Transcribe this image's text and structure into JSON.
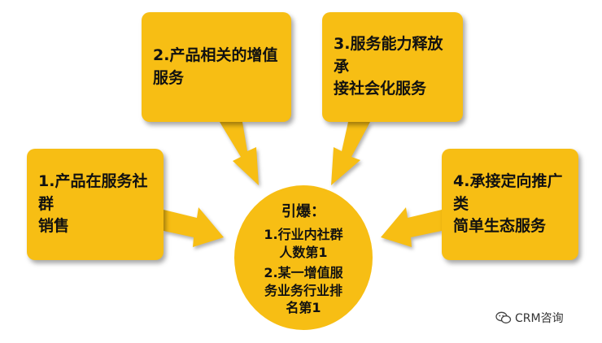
{
  "colors": {
    "box_fill": "#F7BE14",
    "arrow_fill": "#F7BE14"
  },
  "boxes": {
    "box1": {
      "lines": [
        "1.产品在服务社群",
        "销售"
      ]
    },
    "box2": {
      "lines": [
        "2.产品相关的增值",
        "服务"
      ]
    },
    "box3": {
      "lines": [
        "3.服务能力释放承",
        "接社会化服务"
      ]
    },
    "box4": {
      "lines": [
        "4.承接定向推广类",
        "简单生态服务"
      ]
    }
  },
  "center": {
    "title": "引爆：",
    "item1": [
      "1.行业内社群",
      "人数第1"
    ],
    "item2": [
      "2.某一增值服",
      "务业务行业排",
      "名第1"
    ]
  },
  "watermark": {
    "icon": "wechat-icon",
    "text": "CRM咨询"
  }
}
